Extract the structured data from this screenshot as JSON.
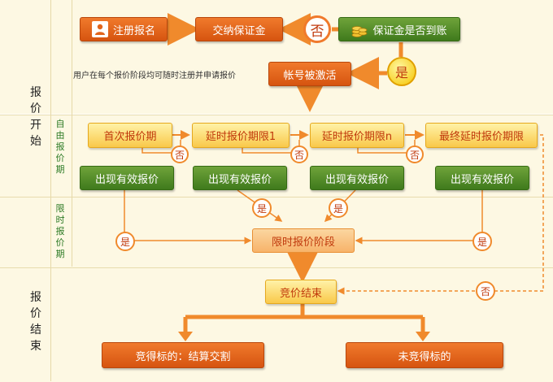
{
  "sections": {
    "start_label": "报价开始",
    "end_label": "报价结束",
    "free_quote_label": "自由报价期",
    "limited_quote_label": "限时报价期"
  },
  "nodes": {
    "register": "注册报名",
    "pay_deposit": "交纳保证金",
    "deposit_check": "保证金是否到账",
    "activate": "帐号被激活",
    "note_register": "用户在每个报价阶段均可随时注册并申请报价",
    "first_quote": "首次报价期",
    "extend_1": "延时报价期限1",
    "extend_n": "延时报价期限n",
    "final_extend": "最终延时报价期限",
    "valid_quote": "出现有效报价",
    "limited_stage": "限时报价阶段",
    "auction_end": "竞价结束",
    "won": "竞得标的：结算交割",
    "not_won": "未竞得标的"
  },
  "decisions": {
    "no": "否",
    "yes": "是"
  },
  "colors": {
    "orange_box": "#e2651c",
    "green_box": "#4f8a26",
    "yellow_box": "#fbd65c",
    "arrow": "#f08a2c",
    "band": "#fdf8e3"
  },
  "icons": {
    "register_icon": "user-icon",
    "deposit_icon": "coins-icon"
  }
}
